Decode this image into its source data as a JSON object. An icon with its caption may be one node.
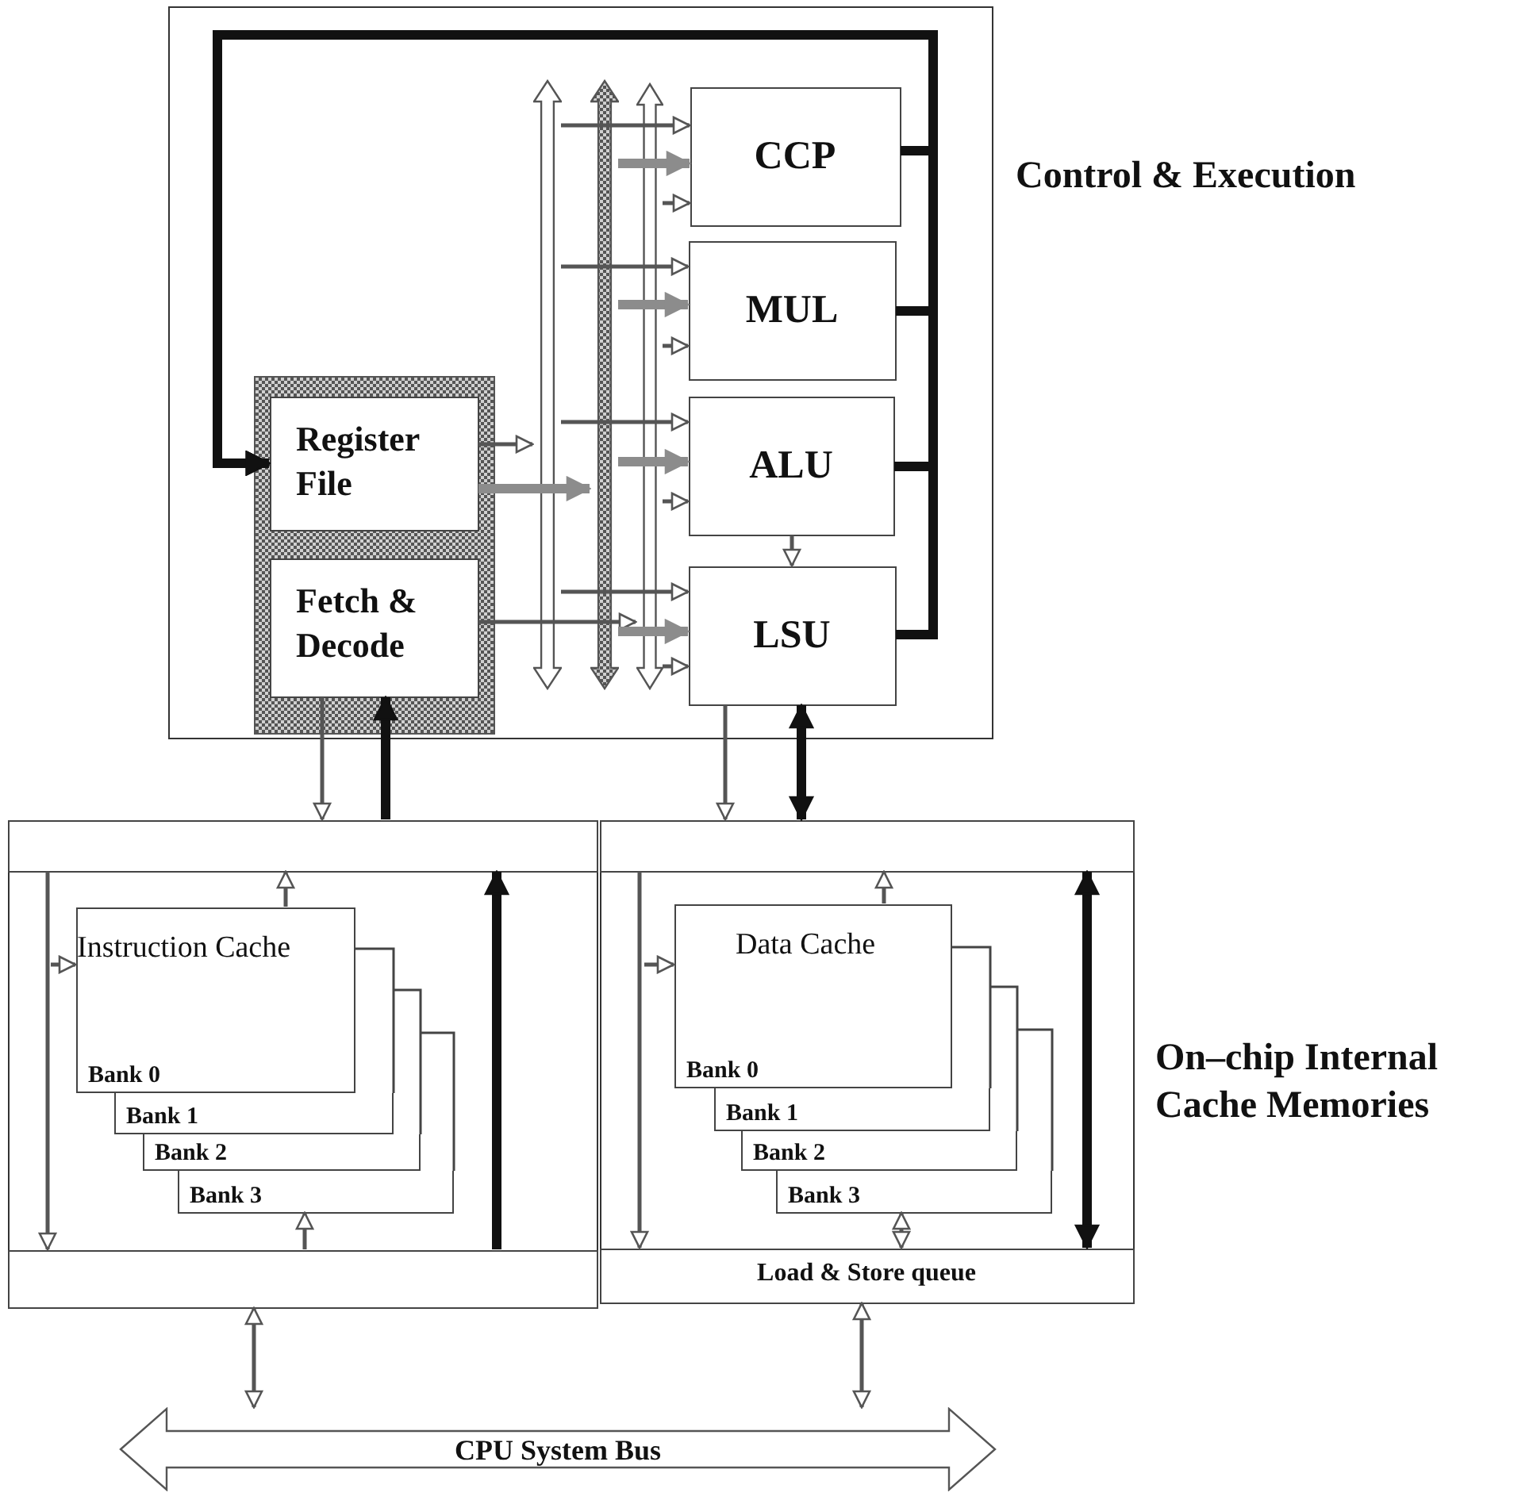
{
  "diagram": {
    "nodes": [
      {
        "text": [],
        "shape": "box",
        "beside": [
          "Control & Execution"
        ]
      },
      {
        "text": [],
        "shape": "box",
        "in": 0
      },
      {
        "text": [
          "Register File"
        ],
        "in": 1
      },
      {
        "text": [
          "Fetch & Decode"
        ],
        "in": 1
      },
      {
        "text": [],
        "shape": "bar",
        "in": 0
      },
      {
        "text": [],
        "shape": "bar",
        "in": 0
      },
      {
        "text": [],
        "shape": "bar",
        "in": 0
      },
      {
        "text": [
          "CCP"
        ],
        "in": 0
      },
      {
        "text": [
          "MUL"
        ],
        "in": 0
      },
      {
        "text": [
          "ALU"
        ],
        "in": 0
      },
      {
        "text": [
          "LSU"
        ],
        "in": 0
      },
      {
        "text": [],
        "shape": "box"
      },
      {
        "text": [],
        "shape": "box",
        "in": 11
      },
      {
        "text": [
          "Instruction Cache",
          "Bank 0"
        ],
        "in": 11
      },
      {
        "text": [
          "Bank 1"
        ],
        "in": 11
      },
      {
        "text": [
          "Bank 2"
        ],
        "in": 11
      },
      {
        "text": [
          "Bank 3"
        ],
        "in": 11
      },
      {
        "text": [],
        "shape": "box",
        "in": 11
      },
      {
        "text": [],
        "shape": "box"
      },
      {
        "text": [],
        "shape": "box",
        "in": 18
      },
      {
        "text": [
          "Data Cache",
          "Bank 0"
        ],
        "in": 18
      },
      {
        "text": [
          "Bank 1"
        ],
        "in": 18
      },
      {
        "text": [
          "Bank 2"
        ],
        "in": 18
      },
      {
        "text": [
          "Bank 3"
        ],
        "in": 18
      },
      {
        "text": [
          "Load & Store queue"
        ],
        "in": 18
      },
      {
        "text": [
          "CPU System Bus"
        ]
      }
    ],
    "edges": [
      {
        "from": 7,
        "to": 2,
        "arrow": "to",
        "style": "thick",
        "color": "#111111"
      },
      {
        "from": 8,
        "to": 2,
        "arrow": "to",
        "style": "thick",
        "color": "#111111"
      },
      {
        "from": 9,
        "to": 2,
        "arrow": "to",
        "style": "thick",
        "color": "#111111"
      },
      {
        "from": 10,
        "to": 2,
        "arrow": "to",
        "style": "thick",
        "color": "#111111"
      },
      {
        "from": 2,
        "to": 4,
        "arrow": "to"
      },
      {
        "from": 2,
        "to": 5,
        "arrow": "to",
        "style": "thick",
        "color": "#8c8c8c"
      },
      {
        "from": 3,
        "to": 6,
        "arrow": "to"
      },
      {
        "from": 4,
        "to": 7,
        "arrow": "to"
      },
      {
        "from": 4,
        "to": 8,
        "arrow": "to"
      },
      {
        "from": 4,
        "to": 9,
        "arrow": "to"
      },
      {
        "from": 4,
        "to": 10,
        "arrow": "to"
      },
      {
        "from": 5,
        "to": 7,
        "arrow": "to",
        "style": "thick",
        "color": "#8c8c8c"
      },
      {
        "from": 5,
        "to": 8,
        "arrow": "to",
        "style": "thick",
        "color": "#8c8c8c"
      },
      {
        "from": 5,
        "to": 9,
        "arrow": "to",
        "style": "thick",
        "color": "#8c8c8c"
      },
      {
        "from": 5,
        "to": 10,
        "arrow": "to",
        "style": "thick",
        "color": "#8c8c8c"
      },
      {
        "from": 6,
        "to": 7,
        "arrow": "to"
      },
      {
        "from": 6,
        "to": 8,
        "arrow": "to"
      },
      {
        "from": 6,
        "to": 9,
        "arrow": "to"
      },
      {
        "from": 6,
        "to": 10,
        "arrow": "to"
      },
      {
        "from": 9,
        "to": 10,
        "arrow": "to"
      },
      {
        "from": 3,
        "to": 12,
        "arrow": "to"
      },
      {
        "from": 12,
        "to": 3,
        "arrow": "to",
        "style": "thick",
        "color": "#111111"
      },
      {
        "from": 10,
        "to": 19,
        "arrow": "to"
      },
      {
        "from": 10,
        "to": 19,
        "arrow": "both",
        "style": "thick",
        "color": "#111111"
      },
      {
        "from": 12,
        "to": 17,
        "arrow": "to"
      },
      {
        "from": null,
        "to": 13,
        "arrow": "to"
      },
      {
        "from": 13,
        "to": 12,
        "arrow": "to"
      },
      {
        "from": 17,
        "to": 16,
        "arrow": "to"
      },
      {
        "from": 17,
        "to": 12,
        "arrow": "to",
        "style": "thick",
        "color": "#111111"
      },
      {
        "from": 19,
        "to": 24,
        "arrow": "to"
      },
      {
        "from": null,
        "to": 20,
        "arrow": "to"
      },
      {
        "from": 20,
        "to": 19,
        "arrow": "to"
      },
      {
        "from": 23,
        "to": 24,
        "arrow": "both"
      },
      {
        "from": 19,
        "to": 24,
        "arrow": "both",
        "style": "thick",
        "color": "#111111"
      },
      {
        "from": 17,
        "to": 25,
        "arrow": "both"
      },
      {
        "from": 24,
        "to": 25,
        "arrow": "both"
      }
    ],
    "labels": [
      "On–chip Internal Cache Memories"
    ]
  }
}
